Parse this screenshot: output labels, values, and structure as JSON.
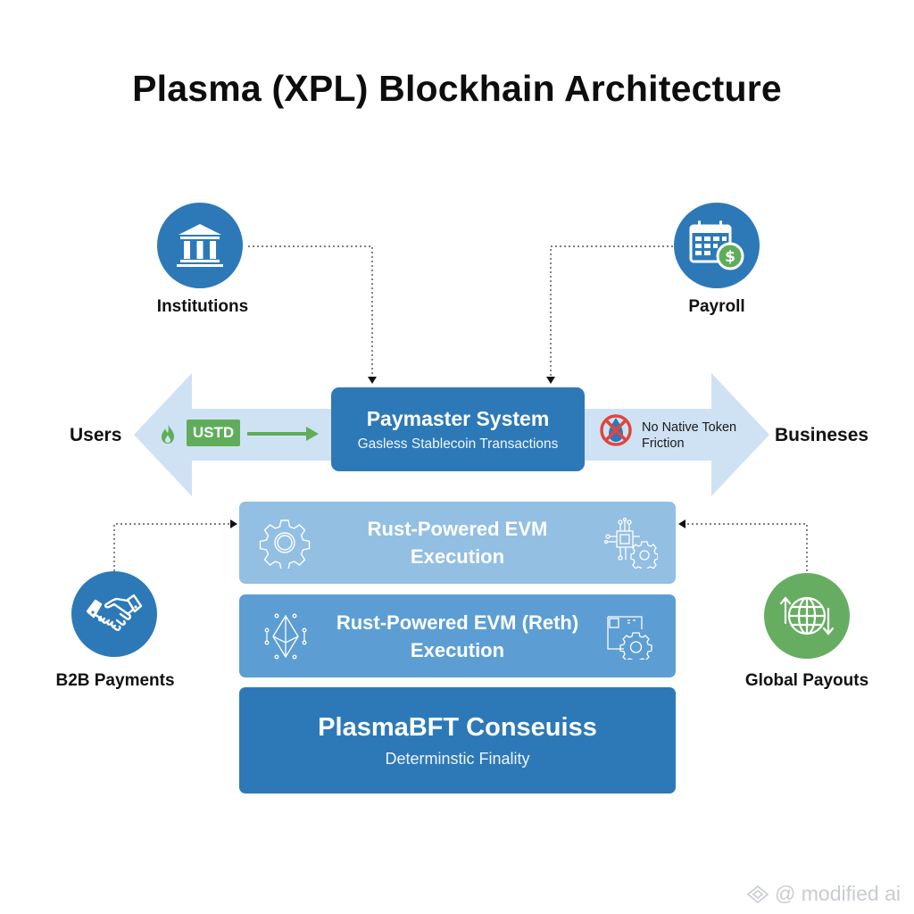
{
  "title": "Plasma (XPL) Blockhain Architecture",
  "nodes": {
    "institutions": {
      "label": "Institutions",
      "icon": "bank-building-icon"
    },
    "payroll": {
      "label": "Payroll",
      "icon": "calendar-dollar-icon"
    },
    "b2b": {
      "label": "B2B Payments",
      "icon": "handshake-icon"
    },
    "global": {
      "label": "Global Payouts",
      "icon": "globe-exchange-icon"
    }
  },
  "flow": {
    "left_label": "Users",
    "right_label": "Busineses",
    "token_badge": "USTD",
    "friction_line1": "No Native Token",
    "friction_line2": "Friction"
  },
  "paymaster": {
    "title": "Paymaster System",
    "subtitle": "Gasless Stablecoin Transactions"
  },
  "layers": [
    {
      "line1": "Rust-Powered EVM",
      "line2": "Execution"
    },
    {
      "line1": "Rust-Powered EVM (Reth)",
      "line2": "Execution"
    },
    {
      "title": "PlasmaBFT Conseuiss",
      "subtitle": "Determinstic Finality"
    }
  ],
  "watermark": "@ modified ai",
  "colors": {
    "primary_blue": "#2d79b8",
    "mid_blue": "#5c9ed4",
    "light_blue": "#93bfe3",
    "arrow_blue": "#cfe2f3",
    "green": "#5fad5a",
    "red": "#e0453f"
  }
}
